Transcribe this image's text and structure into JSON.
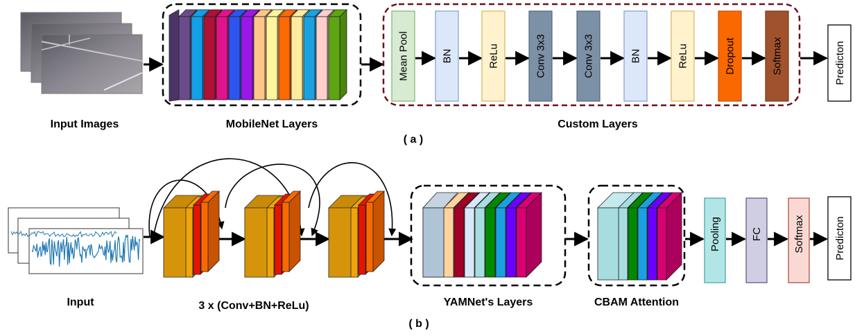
{
  "panel_a": {
    "caption": "( a )",
    "labels": {
      "input": "Input Images",
      "backbone": "MobileNet Layers",
      "custom": "Custom Layers"
    },
    "backbone_colors": [
      "#6a4c8c",
      "#12a0e8",
      "#b01035",
      "#e0138c",
      "#2c54ee",
      "#9b17e8",
      "#ffc68a",
      "#fff59c",
      "#ff6a00",
      "#ffec9e",
      "#1aa2e0",
      "#ffcfcc",
      "#5da612"
    ],
    "custom_blocks": [
      {
        "label": "Mean Pool",
        "fill": "#d8ebd2",
        "stroke": "#7fb36a",
        "text": "dark"
      },
      {
        "label": "BN",
        "fill": "#dce8fa",
        "stroke": "#7e9fc8",
        "text": "dark"
      },
      {
        "label": "ReLu",
        "fill": "#fff2cc",
        "stroke": "#d6b656",
        "text": "dark"
      },
      {
        "label": "Conv 3x3",
        "fill": "#7c90a6",
        "stroke": "#55657a",
        "text": "dark"
      },
      {
        "label": "Conv 3x3",
        "fill": "#7c90a6",
        "stroke": "#55657a",
        "text": "dark"
      },
      {
        "label": "BN",
        "fill": "#dce8fa",
        "stroke": "#7e9fc8",
        "text": "dark"
      },
      {
        "label": "ReLu",
        "fill": "#fff2cc",
        "stroke": "#d6b656",
        "text": "dark"
      },
      {
        "label": "Dropout",
        "fill": "#fa6800",
        "stroke": "#c24e00",
        "text": "dark"
      },
      {
        "label": "Softmax",
        "fill": "#a0522d",
        "stroke": "#6d3a1e",
        "text": "dark"
      }
    ],
    "output": "Predicton"
  },
  "panel_b": {
    "caption": "( b )",
    "labels": {
      "input": "Input",
      "conv": "3 x (Conv+BN+ReLu)",
      "yamnet": "YAMNet's Layers",
      "cbam": "CBAM Attention"
    },
    "conv_colors": [
      "#f0a30a",
      "#e51400",
      "#fa6800"
    ],
    "yamnet_colors": [
      "#b0c4d8",
      "#ffd39e",
      "#a20025",
      "#dae8fc",
      "#a8dde0",
      "#008a00",
      "#1ba1e2",
      "#6a00ff",
      "#d80073"
    ],
    "cbam_colors": [
      "#a8dde0",
      "#008a00",
      "#1ba1e2",
      "#6a00ff",
      "#d80073"
    ],
    "head_blocks": [
      {
        "label": "Pooling",
        "fill": "#b2e6e6",
        "stroke": "#3f9f9f"
      },
      {
        "label": "FC",
        "fill": "#d0cee2",
        "stroke": "#56517e"
      },
      {
        "label": "Softmax",
        "fill": "#fad9d5",
        "stroke": "#ae4132"
      }
    ],
    "output": "Predicton"
  }
}
